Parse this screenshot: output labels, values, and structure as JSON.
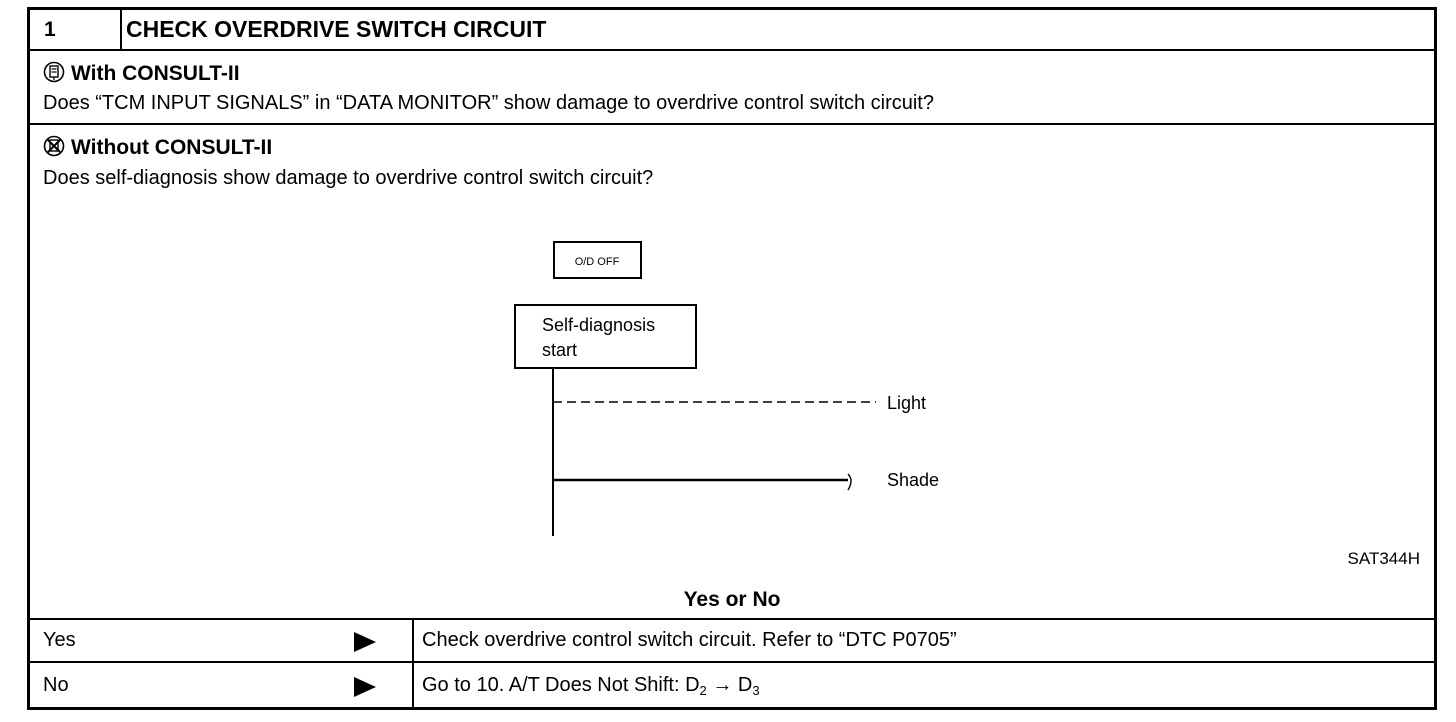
{
  "step": {
    "number": "1",
    "title": "CHECK OVERDRIVE SWITCH CIRCUIT"
  },
  "with_consult": {
    "icon": "consult-connected-icon",
    "heading": "With CONSULT-II",
    "question": "Does “TCM INPUT SIGNALS” in “DATA MONITOR” show damage to overdrive control switch circuit?"
  },
  "without_consult": {
    "icon": "consult-crossed-icon",
    "heading": "Without CONSULT-II",
    "question": "Does self-diagnosis show damage to overdrive control switch circuit?"
  },
  "diagram": {
    "button_label": "O/D OFF",
    "box_line1": "Self-diagnosis",
    "box_line2": "start",
    "light_label": "Light",
    "shade_label": "Shade",
    "ref_code": "SAT344H"
  },
  "decision_label": "Yes or No",
  "answers": {
    "yes": {
      "key": "Yes",
      "action": "Check overdrive control switch circuit. Refer to “DTC P0705”"
    },
    "no": {
      "key": "No",
      "action_prefix": "Go to 10. A/T Does Not Shift: D",
      "sub1": "2",
      "arrow": " → D",
      "sub2": "3"
    }
  }
}
